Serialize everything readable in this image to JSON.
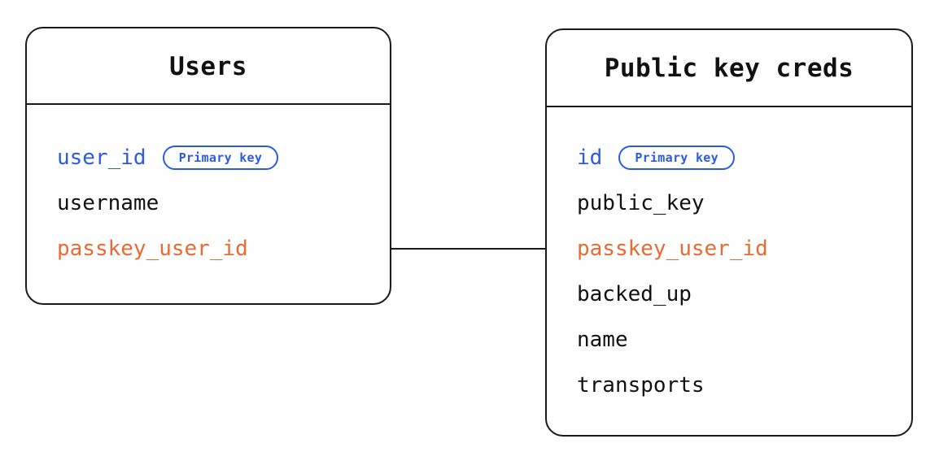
{
  "diagram": {
    "type": "entity-relationship-diagram",
    "background_color": "#ffffff",
    "colors": {
      "border": "#1a1a1a",
      "text": "#111111",
      "primary_key": "#2b5ce0",
      "foreign_key": "#ea6a33",
      "connector": "#1a1a1a"
    },
    "entities": [
      {
        "id": "users",
        "title": "Users",
        "fields": [
          {
            "name": "user_id",
            "role": "primary_key",
            "badge": "Primary key"
          },
          {
            "name": "username",
            "role": "plain",
            "badge": null
          },
          {
            "name": "passkey_user_id",
            "role": "foreign_key",
            "badge": null
          }
        ]
      },
      {
        "id": "public-key-creds",
        "title": "Public key creds",
        "fields": [
          {
            "name": "id",
            "role": "primary_key",
            "badge": "Primary key"
          },
          {
            "name": "public_key",
            "role": "plain",
            "badge": null
          },
          {
            "name": "passkey_user_id",
            "role": "foreign_key",
            "badge": null
          },
          {
            "name": "backed_up",
            "role": "plain",
            "badge": null
          },
          {
            "name": "name",
            "role": "plain",
            "badge": null
          },
          {
            "name": "transports",
            "role": "plain",
            "badge": null
          }
        ]
      }
    ],
    "relationships": [
      {
        "from_entity": "users",
        "from_field": "passkey_user_id",
        "to_entity": "public-key-creds",
        "to_field": "passkey_user_id",
        "style": "straight-line",
        "label": ""
      }
    ]
  }
}
